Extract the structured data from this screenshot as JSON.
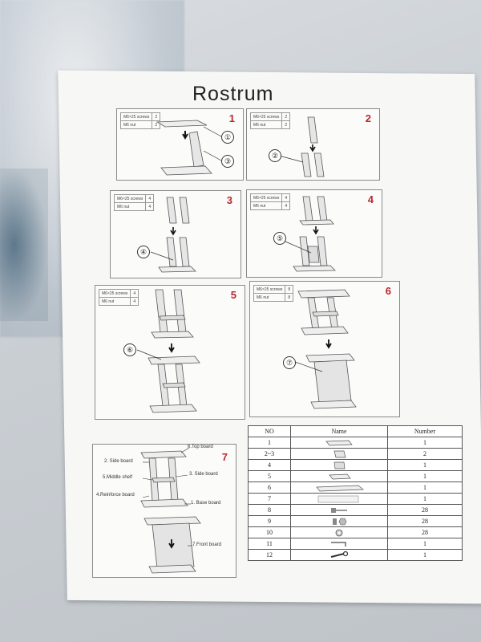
{
  "title": "Rostrum",
  "steps": [
    {
      "num": "1",
      "hardware": [
        {
          "name": "M6×25 screws",
          "qty": "2"
        },
        {
          "name": "M6 nut",
          "qty": "2"
        }
      ],
      "callouts": [
        "①",
        "③"
      ]
    },
    {
      "num": "2",
      "hardware": [
        {
          "name": "M6×25 screws",
          "qty": "2"
        },
        {
          "name": "M6 nut",
          "qty": "2"
        }
      ],
      "callouts": [
        "②"
      ]
    },
    {
      "num": "3",
      "hardware": [
        {
          "name": "M6×25 screws",
          "qty": "4"
        },
        {
          "name": "M6 nut",
          "qty": "4"
        }
      ],
      "callouts": [
        "④"
      ]
    },
    {
      "num": "4",
      "hardware": [
        {
          "name": "M6×25 screws",
          "qty": "4"
        },
        {
          "name": "M6 nut",
          "qty": "4"
        }
      ],
      "callouts": [
        "⑤"
      ]
    },
    {
      "num": "5",
      "hardware": [
        {
          "name": "M6×25 screws",
          "qty": "4"
        },
        {
          "name": "M6 nut",
          "qty": "4"
        }
      ],
      "callouts": [
        "⑥"
      ]
    },
    {
      "num": "6",
      "hardware": [
        {
          "name": "M6×25 screws",
          "qty": "8"
        },
        {
          "name": "M6 nut",
          "qty": "8"
        }
      ],
      "callouts": [
        "⑦"
      ]
    }
  ],
  "step7": {
    "num": "7",
    "labels": {
      "top": "6.Top board",
      "side_left": "2. Side board",
      "middle": "5.Middle shelf",
      "side_right": "3. Side board",
      "reinforce": "4.Reinforce board",
      "base": "1. Base board",
      "front": "7.Front board"
    }
  },
  "parts_table": {
    "headers": [
      "NO",
      "Name",
      "Number"
    ],
    "rows": [
      {
        "no": "1",
        "number": "1",
        "icon": "top-board-icon"
      },
      {
        "no": "2~3",
        "number": "2",
        "icon": "side-board-icon"
      },
      {
        "no": "4",
        "number": "1",
        "icon": "reinforce-board-icon"
      },
      {
        "no": "5",
        "number": "1",
        "icon": "shelf-icon"
      },
      {
        "no": "6",
        "number": "1",
        "icon": "base-board-icon"
      },
      {
        "no": "7",
        "number": "1",
        "icon": "front-board-icon"
      },
      {
        "no": "8",
        "number": "28",
        "icon": "screw-icon"
      },
      {
        "no": "9",
        "number": "28",
        "icon": "nut-icon"
      },
      {
        "no": "10",
        "number": "28",
        "icon": "washer-icon"
      },
      {
        "no": "11",
        "number": "1",
        "icon": "hex-key-icon"
      },
      {
        "no": "12",
        "number": "1",
        "icon": "wrench-icon"
      }
    ]
  }
}
